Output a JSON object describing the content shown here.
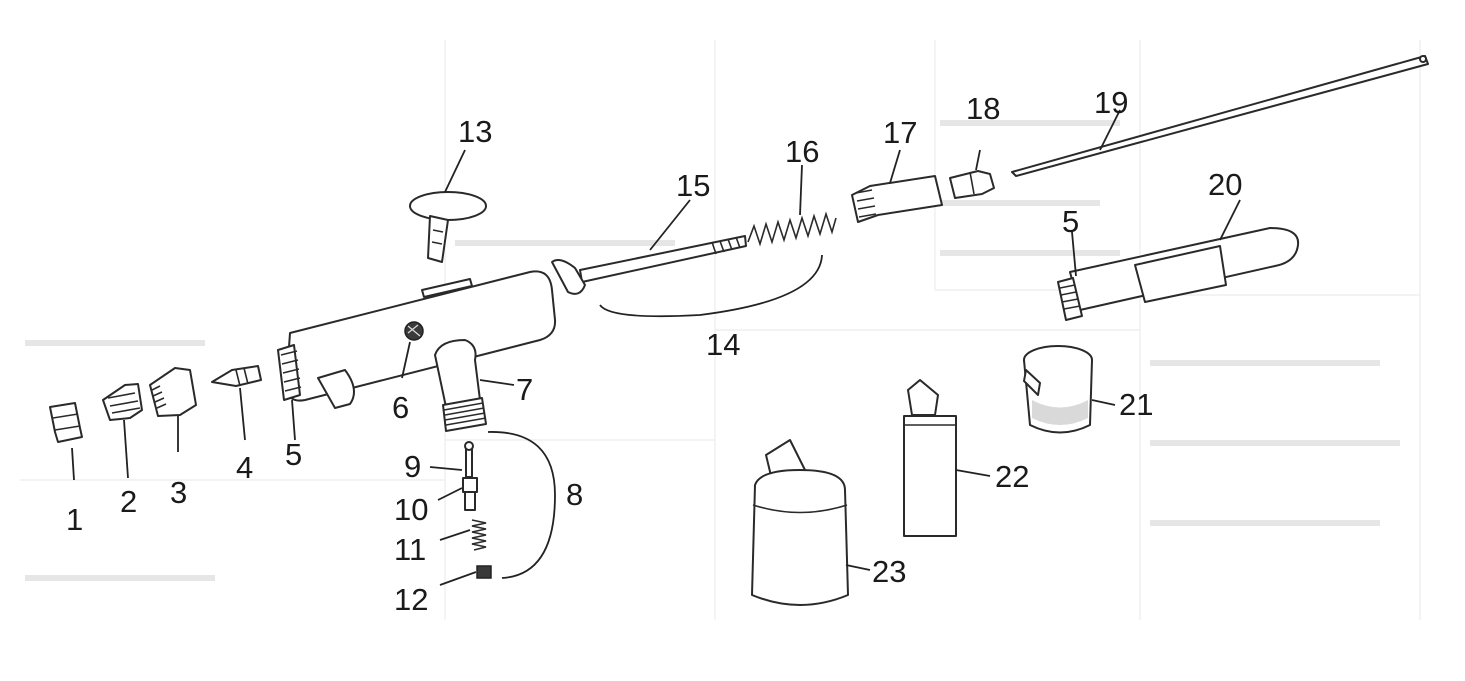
{
  "diagram": {
    "part_numbers": [
      "1",
      "2",
      "3",
      "4",
      "5",
      "6",
      "7",
      "8",
      "9",
      "10",
      "11",
      "12",
      "13",
      "14",
      "15",
      "16",
      "17",
      "18",
      "19",
      "20",
      "5",
      "21",
      "22",
      "23"
    ]
  }
}
